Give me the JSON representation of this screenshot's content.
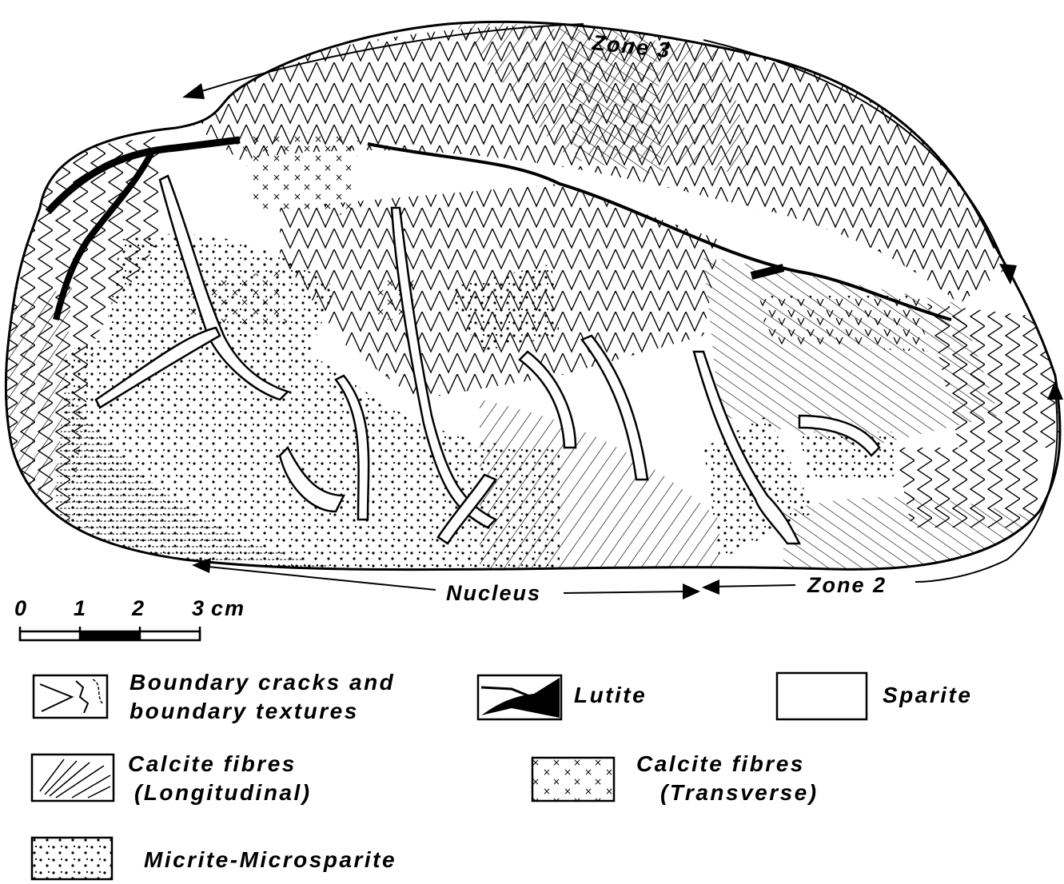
{
  "zones": {
    "zone3": "Zone 3",
    "zone2": "Zone 2",
    "nucleus": "Nucleus"
  },
  "scale_bar": {
    "ticks": [
      "0",
      "1",
      "2",
      "3"
    ],
    "unit": "cm"
  },
  "legend": {
    "boundary": {
      "line1": "Boundary cracks and",
      "line2": "boundary textures"
    },
    "lutite": "Lutite",
    "sparite": "Sparite",
    "calcite_longitudinal": {
      "line1": "Calcite fibres",
      "line2": "(Longitudinal)"
    },
    "calcite_transverse": {
      "line1": "Calcite fibres",
      "line2": "(Transverse)"
    },
    "micrite": "Micrite-Microsparite"
  }
}
